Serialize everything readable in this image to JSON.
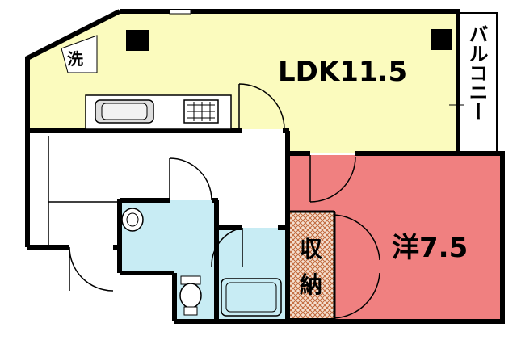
{
  "plan": {
    "ldk_label": "LDK11.5",
    "western_room_label": "洋7.5",
    "balcony_label": "バルコニー",
    "storage_label_top": "収",
    "storage_label_bottom": "納",
    "washer_label": "洗"
  },
  "colors": {
    "ldk": "#fbfbbe",
    "western_room": "#f08080",
    "wet_area": "#c8ecf4",
    "storage_hatch": "#d9a27a",
    "wall": "#000000"
  }
}
